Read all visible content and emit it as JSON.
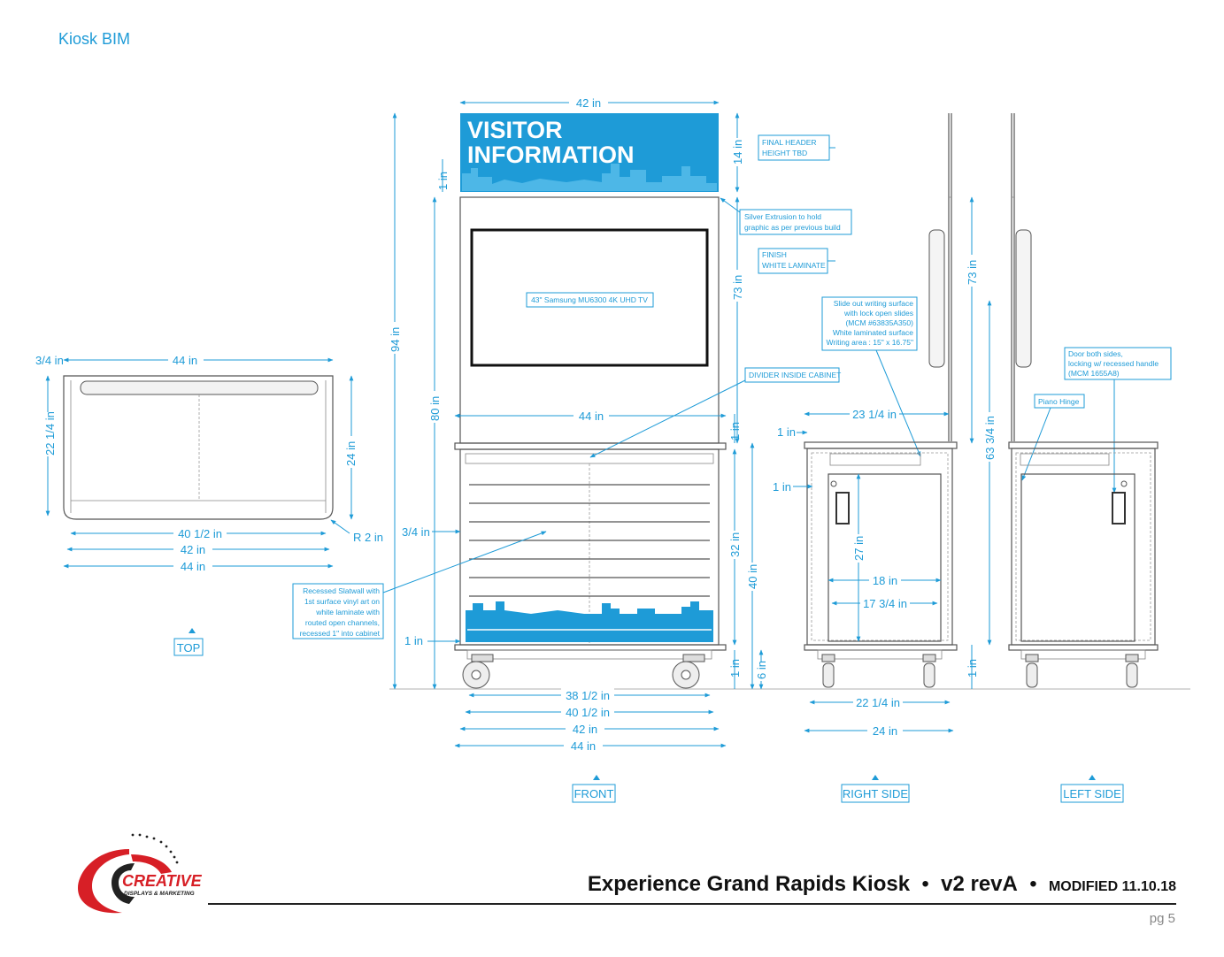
{
  "header": {
    "title": "Kiosk BIM"
  },
  "footer": {
    "title": "Experience Grand Rapids Kiosk",
    "version": "v2 revA",
    "modified": "MODIFIED 11.10.18",
    "page": "pg 5",
    "logo": {
      "brand": "CREATIVE",
      "tagline": "DISPLAYS & MARKETING",
      "icon": "creative-logo-icon"
    }
  },
  "colors": {
    "accent": "#1e9bd7",
    "line": "#555555",
    "graphic": "#1e9bd7",
    "text": "#111111"
  },
  "graphic": {
    "line1": "VISITOR",
    "line2": "INFORMATION"
  },
  "views": {
    "top": {
      "label": "TOP",
      "dims": {
        "d34": "3/4 in",
        "w44": "44 in",
        "d22": "22 1/4 in",
        "d24": "24 in",
        "w40": "40 1/2 in",
        "w42": "42 in",
        "w44b": "44 in",
        "r2": "R 2 in"
      }
    },
    "front": {
      "label": "FRONT",
      "tv": "43\" Samsung MU6300 4K UHD TV",
      "dims": {
        "w42top": "42 in",
        "h14": "14 in",
        "h1a": "1 in",
        "h73": "73 in",
        "h94": "94 in",
        "h80": "80 in",
        "w44": "44 in",
        "h1b": "1 in",
        "d34": "3/4 in",
        "h32": "32 in",
        "h40": "40 in",
        "h1c": "1 in",
        "h1d": "1 in",
        "h6": "6 in",
        "w38": "38 1/2 in",
        "w40": "40 1/2 in",
        "w42": "42 in",
        "w44b": "44 in"
      }
    },
    "right": {
      "label": "RIGHT SIDE",
      "dims": {
        "w23": "23 1/4 in",
        "d1a": "1 in",
        "d1b": "1 in",
        "h27": "27 in",
        "w18": "18 in",
        "w17": "17 3/4 in",
        "w22": "22 1/4 in",
        "w24": "24 in",
        "h73": "73 in",
        "h63": "63 3/4 in",
        "h1": "1 in"
      }
    },
    "left": {
      "label": "LEFT SIDE"
    }
  },
  "callouts": {
    "header": [
      "FINAL HEADER",
      "HEIGHT TBD"
    ],
    "extrusion": [
      "Silver Extrusion to hold",
      "graphic as per previous build"
    ],
    "finish": [
      "FINISH",
      "WHITE LAMINATE"
    ],
    "divider": [
      "DIVIDER INSIDE CABINET"
    ],
    "slideout": [
      "Slide out writing surface",
      "with lock open slides",
      "(MCM #63835A350)",
      "White laminated surface",
      "Writing area : 15\" x 16.75\""
    ],
    "slatwall": [
      "Recessed Slatwall with",
      "1st surface vinyl art on",
      "white laminate with",
      "routed open channels,",
      "recessed 1\" into cabinet"
    ],
    "door": [
      "Door both sides,",
      "locking w/ recessed handle",
      "(MCM 1655A8)"
    ],
    "hinge": [
      "Piano Hinge"
    ]
  }
}
